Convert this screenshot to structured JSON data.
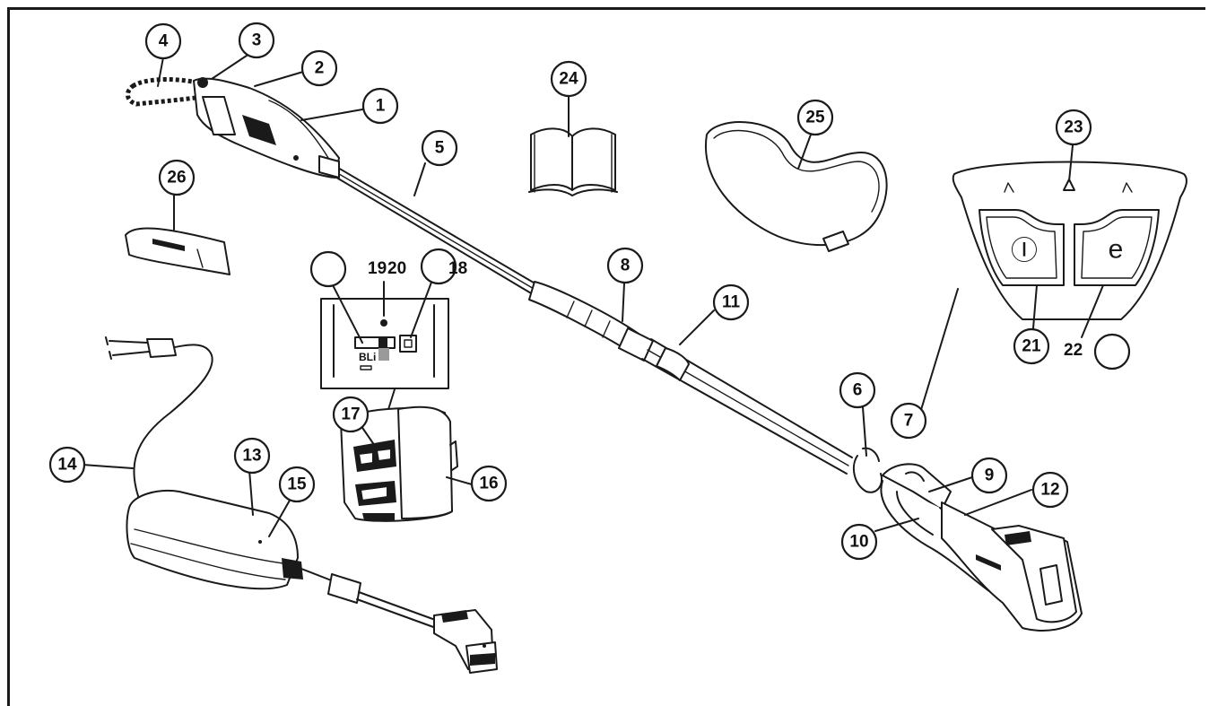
{
  "callouts": [
    {
      "id": "c1",
      "text": "1"
    },
    {
      "id": "c2",
      "text": "2"
    },
    {
      "id": "c3",
      "text": "3"
    },
    {
      "id": "c4",
      "text": "4"
    },
    {
      "id": "c5",
      "text": "5"
    },
    {
      "id": "c6",
      "text": "6"
    },
    {
      "id": "c7",
      "text": "7"
    },
    {
      "id": "c8",
      "text": "8"
    },
    {
      "id": "c9",
      "text": "9"
    },
    {
      "id": "c10",
      "text": "10"
    },
    {
      "id": "c11",
      "text": "11"
    },
    {
      "id": "c12",
      "text": "12"
    },
    {
      "id": "c13",
      "text": "13"
    },
    {
      "id": "c14",
      "text": "14"
    },
    {
      "id": "c15",
      "text": "15"
    },
    {
      "id": "c16",
      "text": "16"
    },
    {
      "id": "c17",
      "text": "17"
    },
    {
      "id": "c21",
      "text": "21"
    },
    {
      "id": "c23",
      "text": "23"
    },
    {
      "id": "c24",
      "text": "24"
    },
    {
      "id": "c25",
      "text": "25"
    },
    {
      "id": "c26",
      "text": "26"
    }
  ],
  "free_labels": {
    "label_19": "19",
    "label_20": "20",
    "label_18": "18",
    "label_22": "22"
  },
  "battery_label": "BLi",
  "keypad": {
    "power_glyph": "Ⓘ",
    "eco_glyph": "e"
  }
}
